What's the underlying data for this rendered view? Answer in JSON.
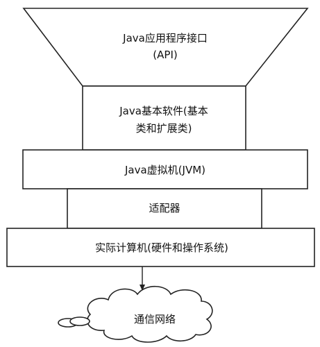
{
  "diagram": {
    "api": {
      "line1": "Java应用程序接口",
      "line2": "(API)"
    },
    "basic_software": {
      "line1": "Java基本软件(基本",
      "line2": "类和扩展类)"
    },
    "jvm": {
      "label": "Java虚拟机(JVM)"
    },
    "adapter": {
      "label": "适配器"
    },
    "computer": {
      "label": "实际计算机(硬件和操作系统)"
    },
    "network": {
      "label": "通信网络"
    }
  }
}
